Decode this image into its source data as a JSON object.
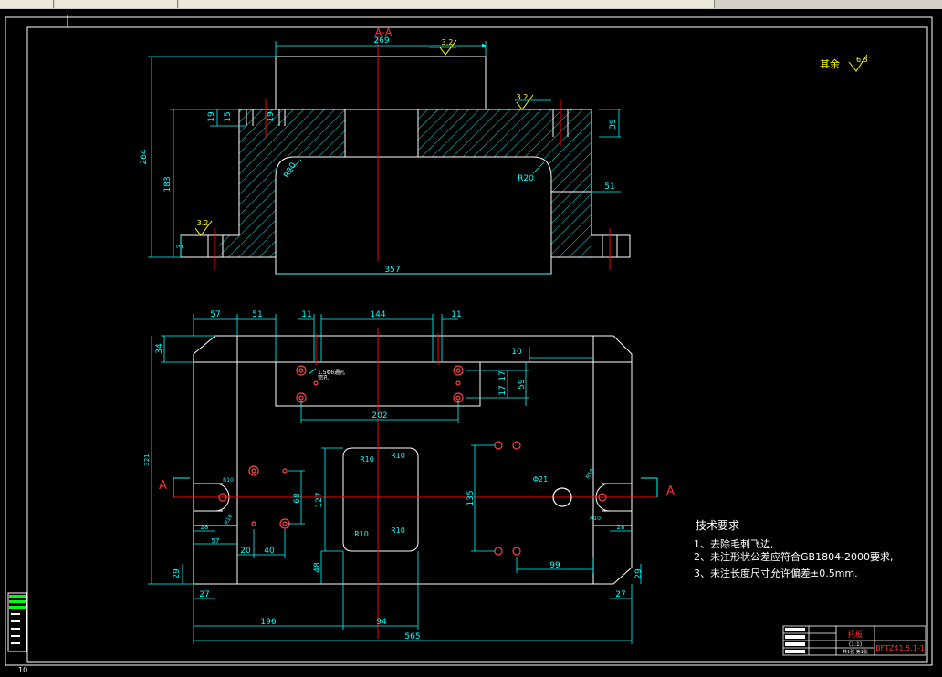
{
  "app": {
    "tabs": [
      "",
      "",
      "",
      "",
      "",
      "\u0001"
    ],
    "statusbar_fragment": "10"
  },
  "drawing": {
    "section_label": "A-A",
    "section_arrow_label": "A",
    "finish_note": "其余",
    "finish_note_value": "6.3",
    "roughness": [
      "3.2",
      "3.2",
      "3.2"
    ],
    "section_view_dims": [
      "269",
      "264",
      "183",
      "19",
      "15",
      "19",
      "39",
      "51",
      "R20",
      "R20",
      "357",
      "3"
    ],
    "plan_view_dims": [
      "57",
      "51",
      "11",
      "144",
      "11",
      "10",
      "34",
      "17",
      "17",
      "59",
      "202",
      "321",
      "127",
      "68",
      "135",
      "R10",
      "R10",
      "R10",
      "R10",
      "Φ21",
      "R10",
      "R10",
      "R10",
      "R10",
      "28",
      "28",
      "57",
      "20",
      "40",
      "99",
      "48",
      "29",
      "29",
      "27",
      "27",
      "196",
      "94",
      "565"
    ],
    "hole_note_lines": [
      "1.5Φ6通孔",
      "锪孔"
    ],
    "tech_requirements": {
      "title": "技术要求",
      "items": [
        "1、去除毛刺飞边,",
        "2、未注形状公差应符合GB1804-2000要求,",
        "3、未注长度尺寸允许偏差±0.5mm."
      ]
    },
    "title_block": {
      "part_name": "托板",
      "company": "",
      "scale": "(1:1)",
      "drawing_no": "BFTZ41.5.1-1",
      "sheet": "共1张 第1张"
    }
  },
  "colors": {
    "background": "#000000",
    "outline": "#ffffff",
    "dimension": "#00ffff",
    "centerline": "#ff0000",
    "hatch": "#00ffff",
    "note": "#ffff00",
    "hole": "#ff4040"
  }
}
